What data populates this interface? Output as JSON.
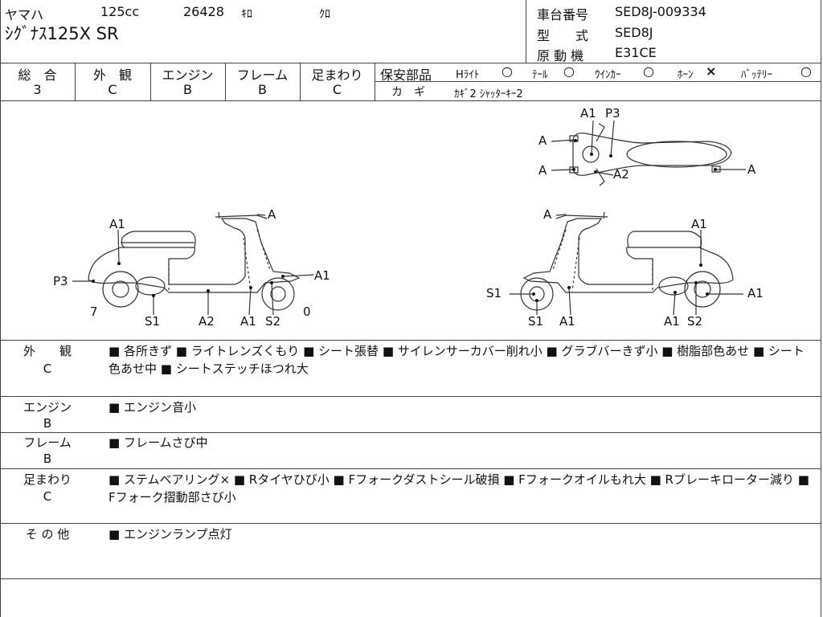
{
  "header": {
    "maker": "ヤマハ",
    "displacement": "125cc",
    "mileage": "26428",
    "mileage_unit": "ｷﾛ",
    "color": "ｸﾛ",
    "model_name": "ｼｸﾞﾅｽ125X SR",
    "frame_no_label": "車台番号",
    "frame_no_value": "SED8J-009334",
    "type_label": "型　　式",
    "type_value": "SED8J",
    "engine_label": "原 動 機",
    "engine_value": "E31CE"
  },
  "grades": {
    "overall_label": "総　合",
    "overall_value": "3",
    "exterior_label": "外　観",
    "exterior_value": "C",
    "engine_label": "エンジン",
    "engine_value": "B",
    "frame_label": "フレーム",
    "frame_value": "B",
    "suspension_label": "足まわり",
    "suspension_value": "C"
  },
  "safety": {
    "label": "保安部品",
    "headlight": "Hﾗｲﾄ",
    "headlight_mark": "○",
    "taillight": "ﾃｰﾙ",
    "taillight_mark": "○",
    "winker": "ｳｲﾝｶｰ",
    "winker_mark": "○",
    "horn": "ﾎｰﾝ",
    "horn_mark": "×",
    "battery": "ﾊﾞｯﾃﾘｰ",
    "battery_mark": "○",
    "key_label": "カ　ギ",
    "key_value": "ｶｷﾞ2 ｼｬｯﾀｰｷｰ2"
  },
  "diagram": {
    "top": {
      "a1": "A1",
      "p3": "P3",
      "a_left_top": "A",
      "a_left_bottom": "A",
      "a2": "A2",
      "a_right": "A"
    },
    "left": {
      "a_top": "A",
      "a1_seat": "A1",
      "p3": "P3",
      "seven": "7",
      "a1_front": "A1",
      "s1": "S1",
      "a2": "A2",
      "a1_bottom": "A1",
      "s2": "S2",
      "zero": "0"
    },
    "right": {
      "a_top": "A",
      "a1_seat": "A1",
      "s1_left": "S1",
      "a1_right": "A1",
      "s1_bottom": "S1",
      "a1_bottom_left": "A1",
      "a1_bottom_right": "A1",
      "s2": "S2"
    }
  },
  "sections": [
    {
      "label": "外　　観",
      "grade": "C",
      "text": "■ 各所きず ■ ライトレンズくもり ■ シート張替 ■ サイレンサーカバー削れ小 ■ グラブバーきず小 ■ 樹脂部色あせ ■ シート色あせ中 ■ シートステッチほつれ大"
    },
    {
      "label": "エンジン",
      "grade": "B",
      "text": "■ エンジン音小"
    },
    {
      "label": "フレーム",
      "grade": "B",
      "text": "■ フレームさび中"
    },
    {
      "label": "足まわり",
      "grade": "C",
      "text": "■ ステムベアリング× ■ Rタイヤひび小 ■ Fフォークダストシール破損 ■ Fフォークオイルもれ大 ■ Rブレーキローター減り ■ Fフォーク摺動部さび小"
    },
    {
      "label": "そ の 他",
      "grade": "",
      "text": "■ エンジンランプ点灯"
    }
  ]
}
